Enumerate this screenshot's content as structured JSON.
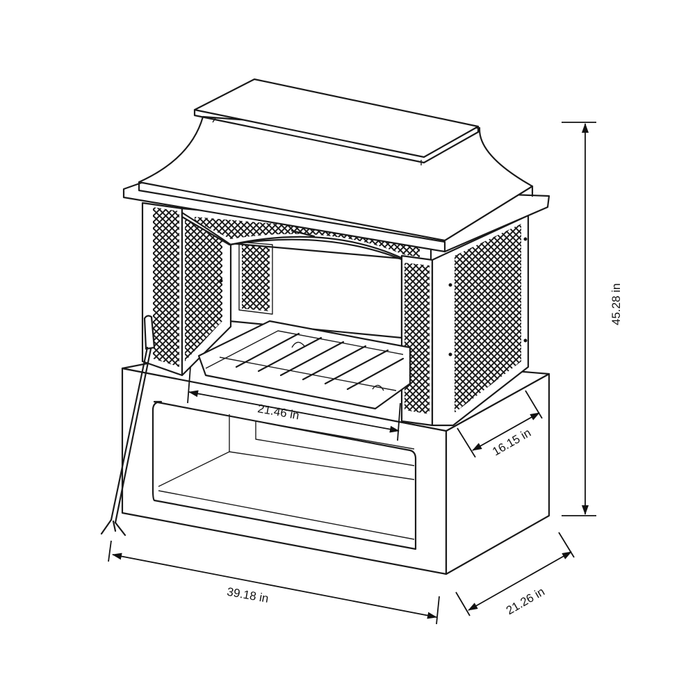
{
  "dimensions": {
    "overall_width": "39.18 in",
    "overall_depth": "21.26 in",
    "overall_height": "45.28 in",
    "grate_width": "21.46 in",
    "grate_depth": "16.15 in"
  },
  "colors": {
    "line": "#1a1a1a",
    "background": "#ffffff"
  }
}
